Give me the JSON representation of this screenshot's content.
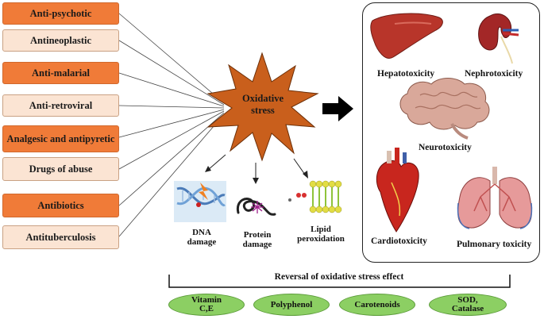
{
  "drugs": [
    {
      "label": "Anti-psychotic",
      "style": "dark"
    },
    {
      "label": "Antineoplastic",
      "style": "light"
    },
    {
      "label": "Anti-malarial",
      "style": "dark"
    },
    {
      "label": "Anti-retroviral",
      "style": "light"
    },
    {
      "label": "Analgesic and antipyretic",
      "style": "dark"
    },
    {
      "label": "Drugs of abuse",
      "style": "light"
    },
    {
      "label": "Antibiotics",
      "style": "dark"
    },
    {
      "label": "Antituberculosis",
      "style": "light"
    }
  ],
  "center": {
    "label_line1": "Oxidative",
    "label_line2": "stress"
  },
  "effects": {
    "dna_line1": "DNA",
    "dna_line2": "damage",
    "protein_line1": "Protein",
    "protein_line2": "damage",
    "lipid_line1": "Lipid",
    "lipid_line2": "peroxidation"
  },
  "organs": {
    "hepato": "Hepatotoxicity",
    "nephro": "Nephrotoxicity",
    "neuro": "Neurotoxicity",
    "cardio": "Cardiotoxicity",
    "pulmo": "Pulmonary toxicity"
  },
  "reversal": {
    "title": "Reversal of oxidative stress effect",
    "antioxidants": [
      {
        "line1": "Vitamin",
        "line2": "C,E"
      },
      {
        "line1": "Polyphenol",
        "line2": ""
      },
      {
        "line1": "Carotenoids",
        "line2": ""
      },
      {
        "line1": "SOD,",
        "line2": "Catalase"
      }
    ]
  },
  "colors": {
    "drug_dark": "#f07b38",
    "drug_light": "#fbe4d3",
    "star_fill": "#c95f1c",
    "antioxidant_fill": "#8ccf63"
  }
}
